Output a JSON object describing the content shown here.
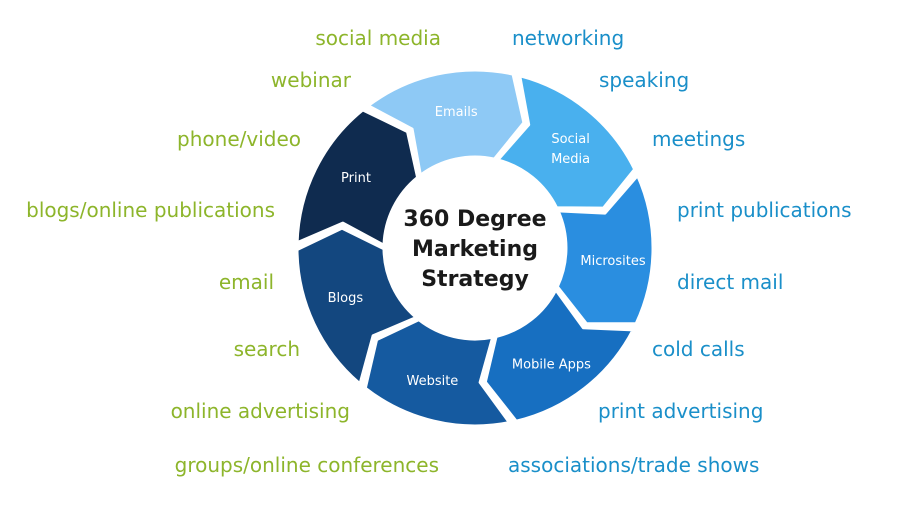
{
  "center": {
    "line1": "360 Degree",
    "line2": "Marketing",
    "line3": "Strategy"
  },
  "segments": [
    {
      "lines": [
        "Emails"
      ],
      "color": "#8ec9f5"
    },
    {
      "lines": [
        "Social",
        "Media"
      ],
      "color": "#49b0ee"
    },
    {
      "lines": [
        "Microsites"
      ],
      "color": "#2a8ee0"
    },
    {
      "lines": [
        "Mobile Apps"
      ],
      "color": "#176fc1"
    },
    {
      "lines": [
        "Website"
      ],
      "color": "#155aa0"
    },
    {
      "lines": [
        "Blogs"
      ],
      "color": "#13477f"
    },
    {
      "lines": [
        "Print"
      ],
      "color": "#0f2b4f"
    }
  ],
  "left_labels": [
    "social media",
    "webinar",
    "phone/video",
    "blogs/online publications",
    "email",
    "search",
    "online advertising",
    "groups/online conferences"
  ],
  "right_labels": [
    "networking",
    "speaking",
    "meetings",
    "print publications",
    "direct mail",
    "cold calls",
    "print advertising",
    "associations/trade shows"
  ],
  "colors": {
    "online_green": "#8db52b",
    "offline_blue": "#1a8fc9"
  }
}
